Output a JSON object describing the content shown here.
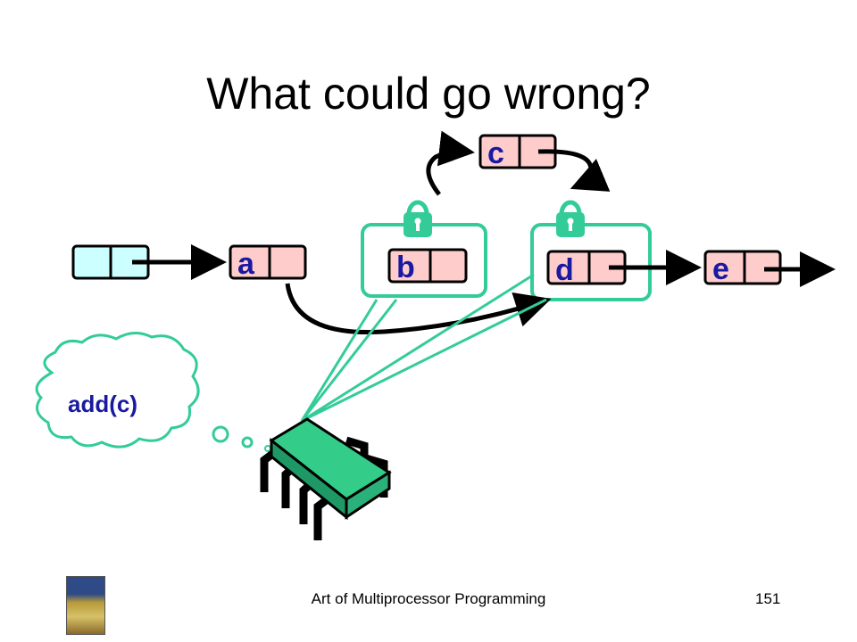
{
  "slide": {
    "title": "What could go wrong?",
    "footer": "Art of Multiprocessor Programming",
    "page_number": "151"
  },
  "nodes": {
    "a": "a",
    "b": "b",
    "c": "c",
    "d": "d",
    "e": "e"
  },
  "thought_bubble": {
    "text": "add(c)"
  },
  "colors": {
    "node_fill": "#ffcccc",
    "head_fill": "#ccffff",
    "lock_green": "#33cc99",
    "chip_green": "#33cc88",
    "label_blue": "#1a1aa0"
  },
  "icons": [
    "lock-icon",
    "processor-chip-icon",
    "book-cover-icon"
  ]
}
